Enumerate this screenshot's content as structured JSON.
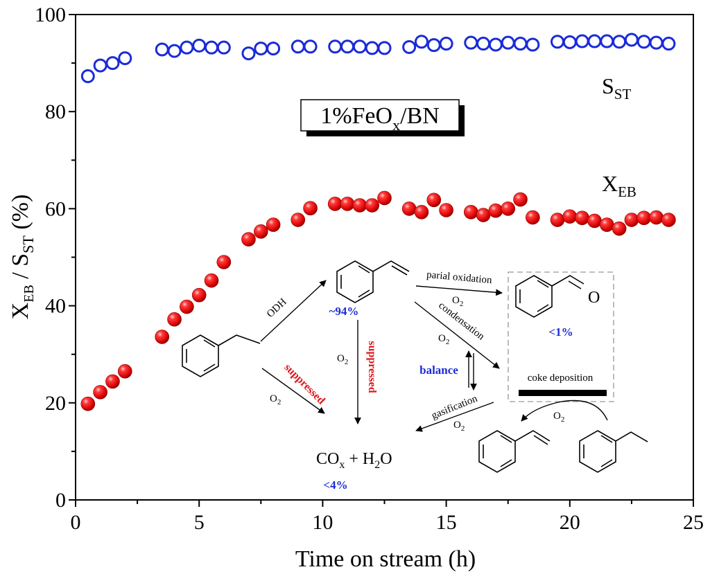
{
  "chart_data": {
    "type": "scatter",
    "xlabel": "Time on stream (h)",
    "ylabel": "X_EB / S_ST (%)",
    "ylabel_parts": {
      "x": "X",
      "x_sub": "EB",
      "sep": " / ",
      "s": "S",
      "s_sub": "ST",
      "unit": " (%)"
    },
    "xlim": [
      0,
      25
    ],
    "ylim": [
      0,
      100
    ],
    "x_ticks": [
      0,
      5,
      10,
      15,
      20,
      25
    ],
    "y_ticks": [
      0,
      20,
      40,
      60,
      80,
      100
    ],
    "grid": false,
    "series": [
      {
        "name": "S_ST",
        "label_main": "S",
        "label_sub": "ST",
        "color": "#1a2bd8",
        "marker": "open-circle",
        "x": [
          0.5,
          1.0,
          1.5,
          2.0,
          3.5,
          4.0,
          4.5,
          5.0,
          5.5,
          6.0,
          7.0,
          7.5,
          8.0,
          9.0,
          9.5,
          10.5,
          11.0,
          11.5,
          12.0,
          12.5,
          13.5,
          14.0,
          14.5,
          15.0,
          16.0,
          16.5,
          17.0,
          17.5,
          18.0,
          18.5,
          19.5,
          20.0,
          20.5,
          21.0,
          21.5,
          22.0,
          22.5,
          23.0,
          23.5,
          24.0
        ],
        "y": [
          87.3,
          89.5,
          90.0,
          91.0,
          92.8,
          92.5,
          93.2,
          93.6,
          93.2,
          93.2,
          92.0,
          93.0,
          93.0,
          93.4,
          93.4,
          93.4,
          93.4,
          93.4,
          93.1,
          93.1,
          93.3,
          94.4,
          93.7,
          94.0,
          94.2,
          94.0,
          93.8,
          94.2,
          94.0,
          93.8,
          94.4,
          94.3,
          94.5,
          94.5,
          94.5,
          94.4,
          94.8,
          94.4,
          94.2,
          94.0
        ]
      },
      {
        "name": "X_EB",
        "label_main": "X",
        "label_sub": "EB",
        "color": "#e0161b",
        "marker": "filled-sphere",
        "x": [
          0.5,
          1.0,
          1.5,
          2.0,
          3.5,
          4.0,
          4.5,
          5.0,
          5.5,
          6.0,
          7.0,
          7.5,
          8.0,
          9.0,
          9.5,
          10.5,
          11.0,
          11.5,
          12.0,
          12.5,
          13.5,
          14.0,
          14.5,
          15.0,
          16.0,
          16.5,
          17.0,
          17.5,
          18.0,
          18.5,
          19.5,
          20.0,
          20.5,
          21.0,
          21.5,
          22.0,
          22.5,
          23.0,
          23.5,
          24.0
        ],
        "y": [
          19.8,
          22.2,
          24.4,
          26.5,
          33.6,
          37.2,
          39.8,
          42.2,
          45.2,
          49.0,
          53.7,
          55.3,
          56.7,
          57.7,
          60.1,
          61.0,
          61.0,
          60.7,
          60.7,
          62.2,
          60.0,
          59.3,
          61.8,
          59.7,
          59.3,
          58.7,
          59.6,
          60.0,
          61.9,
          58.2,
          57.7,
          58.4,
          58.1,
          57.5,
          56.7,
          55.9,
          57.7,
          58.1,
          58.2,
          57.7
        ]
      }
    ],
    "annotation_box": {
      "text_main": "1%FeO",
      "text_sub": "x",
      "text_end": "/BN"
    }
  },
  "scheme": {
    "odh": "ODH",
    "partial_oxidation": "parial oxidation",
    "o2_main": "O",
    "o2_sub": "2",
    "condensation": "condensation",
    "gasification": "gasification",
    "suppressed": "suppressed",
    "balance": "balance",
    "styrene_selectivity": "~94%",
    "benzaldehyde_yield": "<1%",
    "cox_yield": "<4%",
    "coke_deposition": "coke deposition",
    "aldehyde_o": "O",
    "products": {
      "co": "CO",
      "co_sub": "x",
      "plus": " + H",
      "h2o_sub": "2",
      "o": "O"
    }
  }
}
